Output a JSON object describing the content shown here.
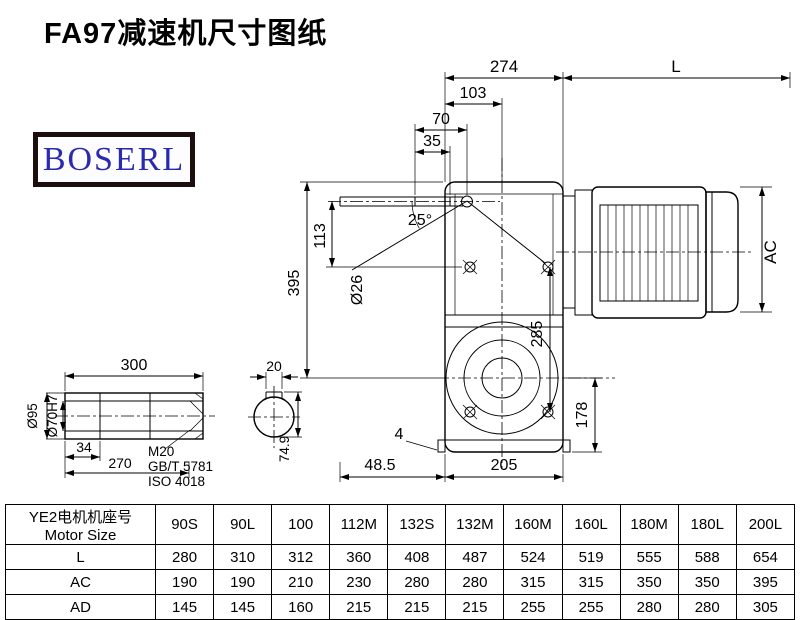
{
  "title": "FA97减速机尺寸图纸",
  "logo": {
    "text": "BOSERL"
  },
  "colors": {
    "logo_text": "#2a2ab0",
    "logo_border": "#1d0d0d",
    "line": "#000000"
  },
  "drawing": {
    "top": {
      "d274": "274",
      "dL": "L",
      "d103": "103",
      "d70": "70",
      "d35": "35"
    },
    "left": {
      "d395": "395",
      "d113": "113",
      "dia26": "Ø26",
      "angle25": "25°"
    },
    "body": {
      "d285": "285",
      "d178": "178",
      "d4": "4",
      "d48_5": "48.5",
      "d205": "205"
    },
    "right": {
      "dAC": "AC"
    },
    "shaft": {
      "d300": "300",
      "dia95": "Ø95",
      "dia70h7": "Ø70H7",
      "d34": "34",
      "d270": "270",
      "m20": "M20",
      "gbt": "GB/T 5781",
      "iso": "ISO 4018"
    },
    "key": {
      "d20": "20",
      "d74_9": "74.9"
    }
  },
  "table": {
    "header_cn": "YE2电机机座号",
    "header_en": "Motor Size",
    "columns": [
      "90S",
      "90L",
      "100",
      "112M",
      "132S",
      "132M",
      "160M",
      "160L",
      "180M",
      "180L",
      "200L"
    ],
    "rows": [
      {
        "label": "L",
        "values": [
          "280",
          "310",
          "312",
          "360",
          "408",
          "487",
          "524",
          "519",
          "555",
          "588",
          "654"
        ]
      },
      {
        "label": "AC",
        "values": [
          "190",
          "190",
          "210",
          "230",
          "280",
          "280",
          "315",
          "315",
          "350",
          "350",
          "395"
        ]
      },
      {
        "label": "AD",
        "values": [
          "145",
          "145",
          "160",
          "215",
          "215",
          "215",
          "255",
          "255",
          "280",
          "280",
          "305"
        ]
      }
    ]
  }
}
